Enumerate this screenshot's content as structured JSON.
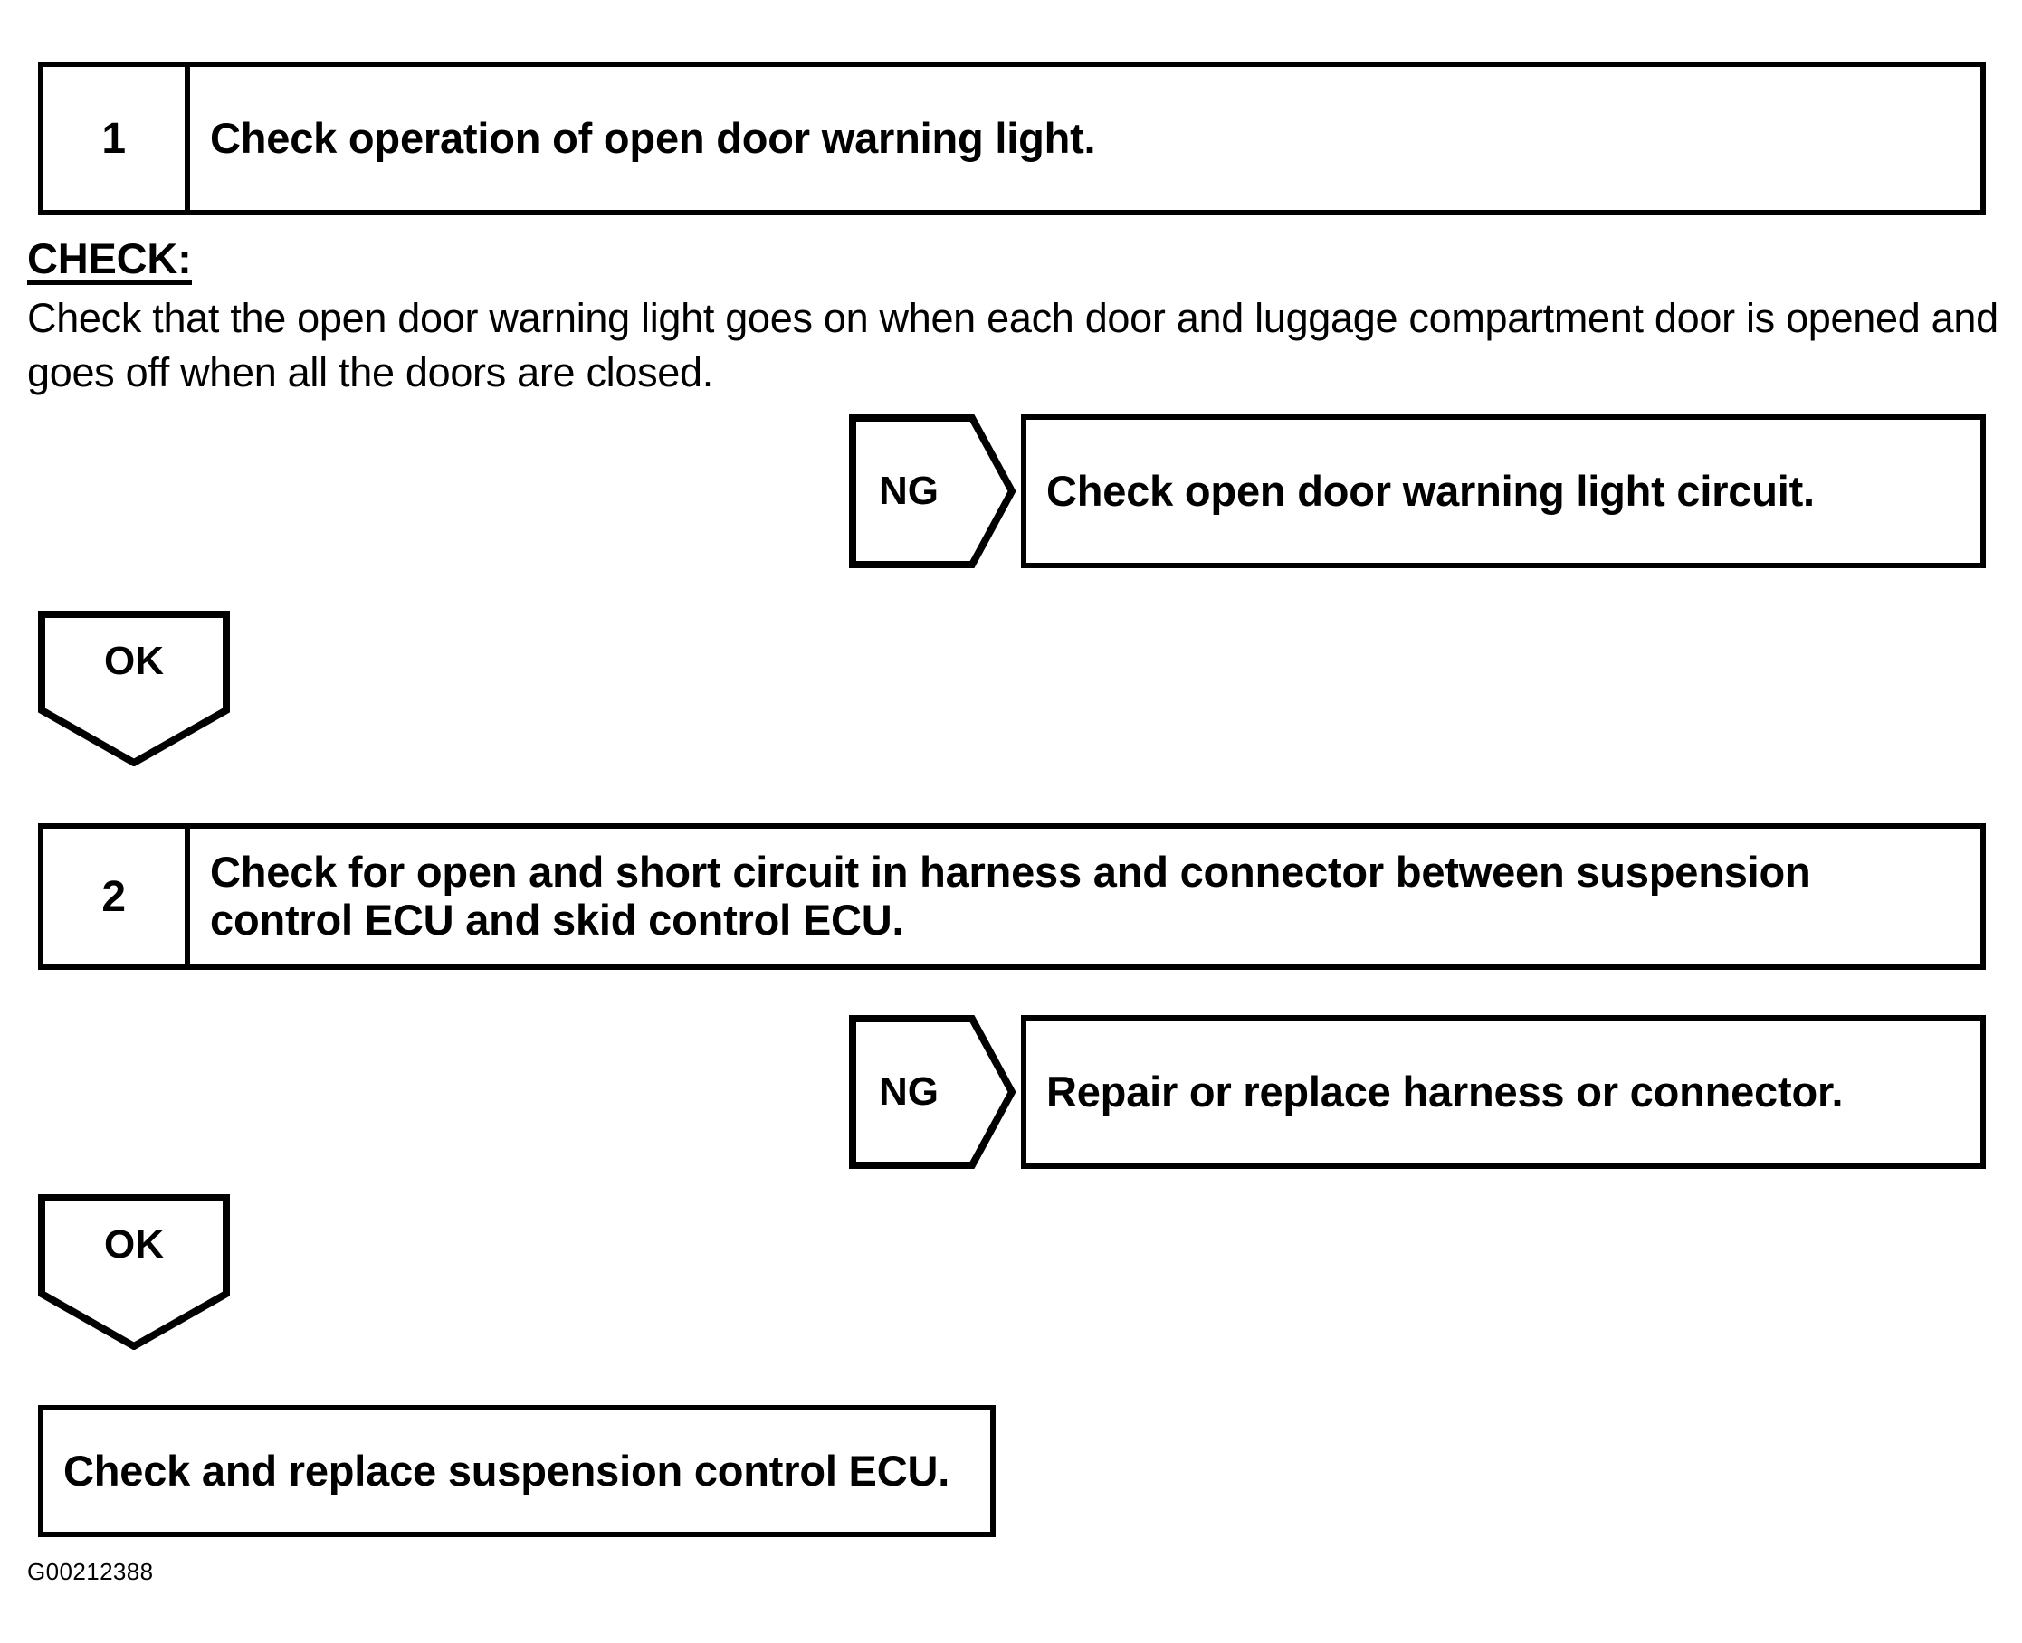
{
  "figure": {
    "id_code": "G00212388"
  },
  "steps": [
    {
      "number": "1",
      "text": "Check operation of open door warning light."
    },
    {
      "number": "2",
      "text": "Check for open and short circuit in harness and connector between suspension control ECU and skid control ECU."
    }
  ],
  "check_section": {
    "heading": "CHECK:",
    "body": "Check that the open door warning light goes on when each door and luggage compartment door is opened and goes off when all the doors are closed."
  },
  "branches": [
    {
      "label": "NG",
      "result": "Check open door warning light circuit."
    },
    {
      "label": "OK",
      "result": ""
    },
    {
      "label": "NG",
      "result": "Repair or replace harness or connector."
    },
    {
      "label": "OK",
      "result": ""
    }
  ],
  "final_box": {
    "text": "Check and replace suspension control ECU."
  },
  "colors": {
    "line": "#000000",
    "background": "#ffffff",
    "text": "#000000"
  }
}
